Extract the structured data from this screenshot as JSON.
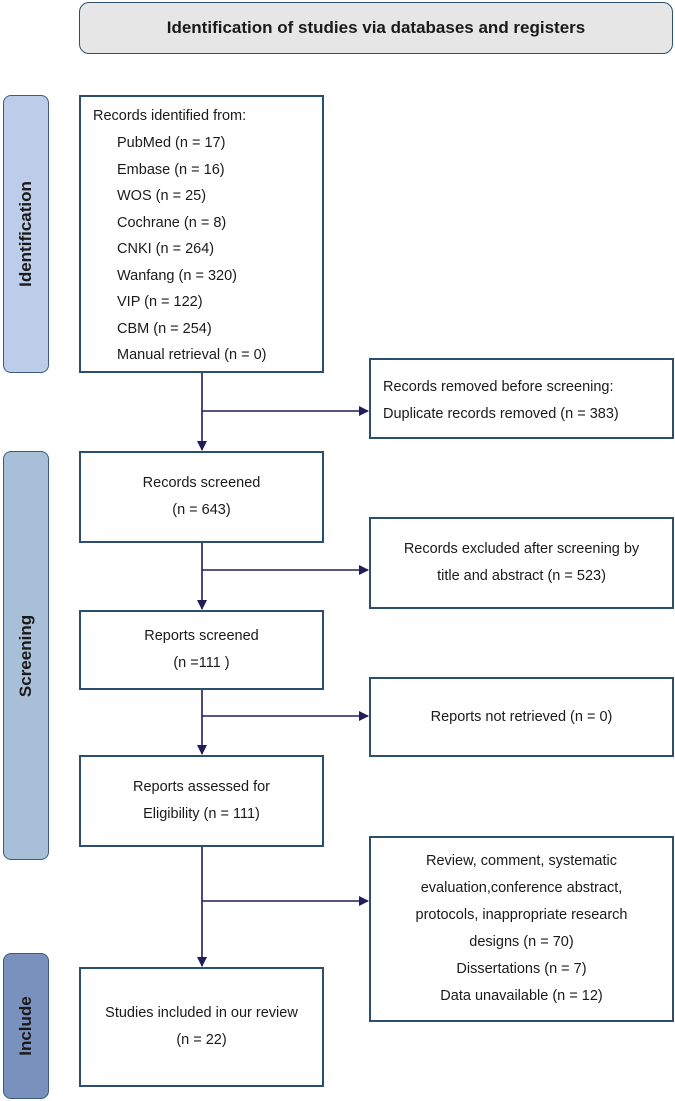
{
  "header": {
    "title": "Identification of studies via databases and registers"
  },
  "stages": {
    "identification": "Identification",
    "screening": "Screening",
    "include": "Include"
  },
  "identification_box": {
    "heading": "Records identified from:",
    "sources": [
      "PubMed (n = 17)",
      "Embase (n = 16)",
      "WOS (n = 25)",
      "Cochrane (n = 8)",
      "CNKI (n = 264)",
      "Wanfang (n = 320)",
      "VIP (n = 122)",
      "CBM (n = 254)",
      "Manual retrieval (n = 0)"
    ]
  },
  "removed_box": {
    "line1": "Records removed before screening:",
    "line2": "Duplicate records removed (n = 383)"
  },
  "screened_box": {
    "line1": "Records screened",
    "line2": "(n = 643)"
  },
  "excluded_box": {
    "line1": "Records excluded after screening by",
    "line2": "title and abstract (n = 523)"
  },
  "reports_screened_box": {
    "line1": "Reports screened",
    "line2": "(n =111 )"
  },
  "not_retrieved_box": {
    "line1": "Reports not retrieved (n = 0)"
  },
  "assessed_box": {
    "line1": "Reports assessed for",
    "line2": "Eligibility (n = 111)"
  },
  "exclusion_reasons_box": {
    "lines": [
      "Review, comment, systematic",
      "evaluation,conference abstract,",
      "protocols, inappropriate research",
      "designs (n = 70)",
      "Dissertations (n = 7)",
      "Data unavailable (n = 12)"
    ]
  },
  "included_box": {
    "line1": "Studies included in our review",
    "line2": "(n = 22)"
  },
  "colors": {
    "identification_stage": "#bccde9",
    "screening_stage": "#a8bfd8",
    "include_stage": "#7b91bd",
    "arrow": "#1f1d5c",
    "box_border": "#2c4f6e",
    "header_fill": "#e6e6e6"
  }
}
